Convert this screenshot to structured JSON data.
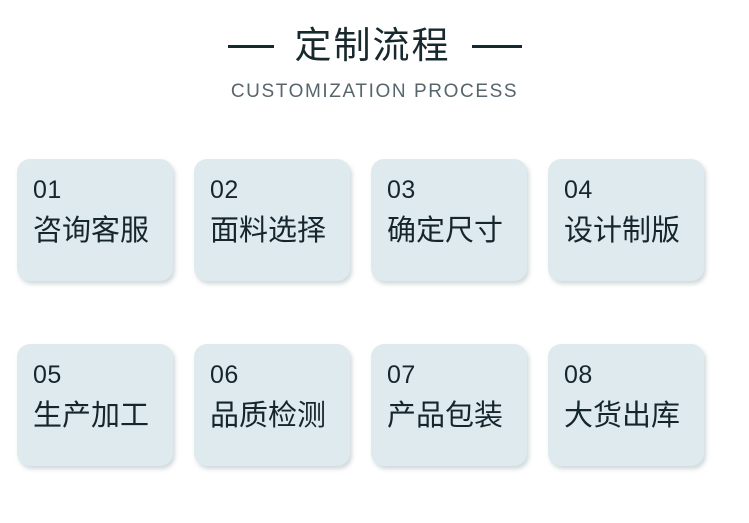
{
  "header": {
    "title": "定制流程",
    "subtitle": "CUSTOMIZATION PROCESS",
    "rule_left_icon": "horizontal-rule",
    "rule_right_icon": "horizontal-rule"
  },
  "colors": {
    "page_background": "#ffffff",
    "card_background": "#dfeaef",
    "text_dark": "#16262d",
    "subtitle_gray": "#56666c",
    "rule": "#152a30"
  },
  "cards": [
    {
      "number": "01",
      "label": "咨询客服"
    },
    {
      "number": "02",
      "label": "面料选择"
    },
    {
      "number": "03",
      "label": "确定尺寸"
    },
    {
      "number": "04",
      "label": "设计制版"
    },
    {
      "number": "05",
      "label": "生产加工"
    },
    {
      "number": "06",
      "label": "品质检测"
    },
    {
      "number": "07",
      "label": "产品包装"
    },
    {
      "number": "08",
      "label": "大货出库"
    }
  ]
}
